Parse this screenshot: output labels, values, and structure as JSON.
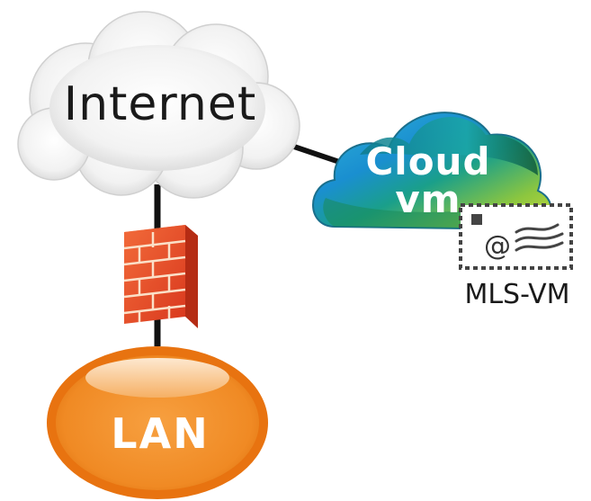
{
  "diagram": {
    "internet_label": "Internet",
    "cloud_vm_line1": "Cloud",
    "cloud_vm_line2": "vm",
    "lan_label": "LAN",
    "mls_vm_label": "MLS-VM",
    "mail_symbol": "@"
  },
  "icons": {
    "internet": "cloud-icon",
    "firewall": "firewall-icon",
    "cloud_vm": "cloud-vm-icon",
    "lan": "lan-ellipse-icon",
    "mail": "mail-stamp-icon"
  },
  "colors": {
    "internet_cloud": "#eeeeee",
    "firewall": "#e8552a",
    "lan": "#f08a24",
    "links": "#111111",
    "cloud_vm_teal": "#1aa0a0",
    "cloud_vm_blue": "#1d7fd8",
    "cloud_vm_green": "#7cc24a"
  }
}
